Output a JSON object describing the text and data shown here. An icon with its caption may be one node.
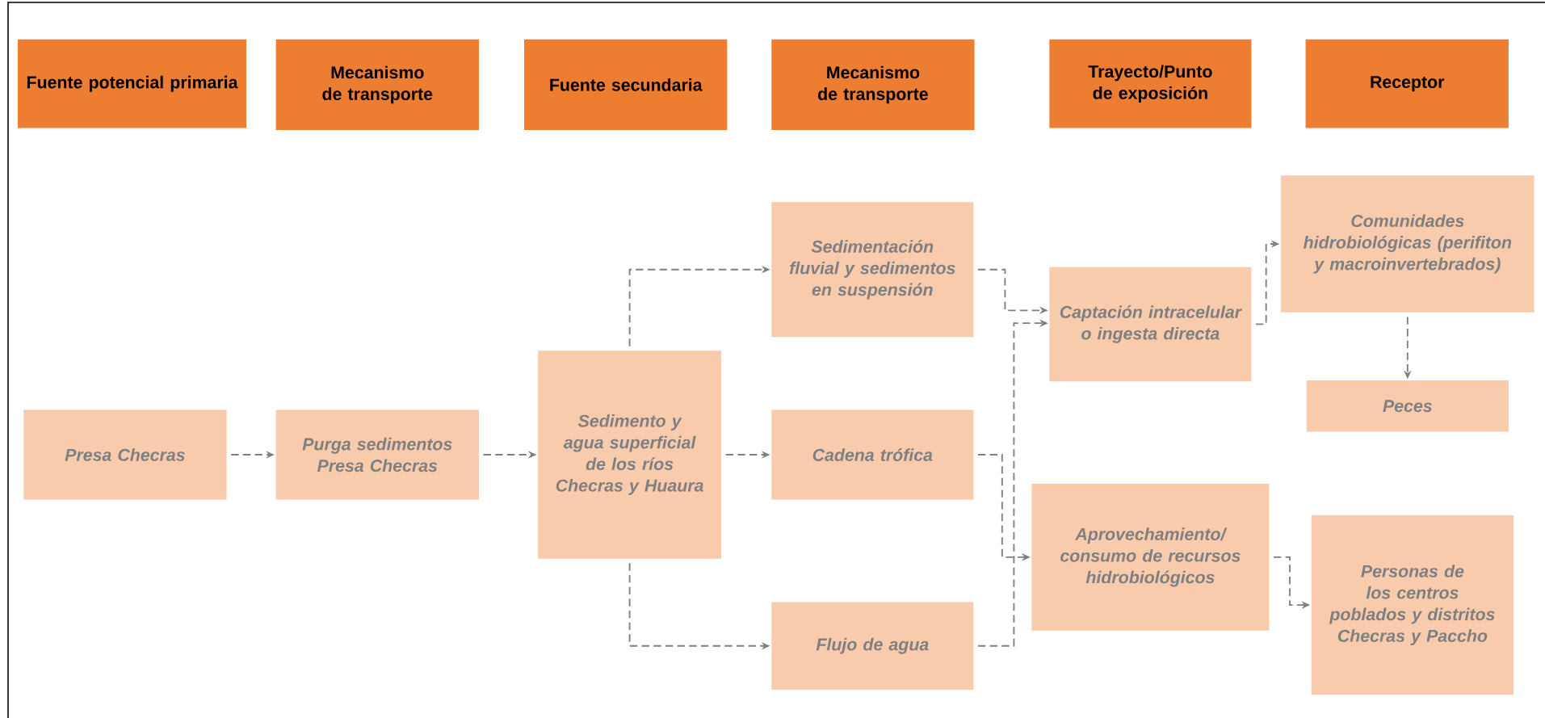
{
  "diagram": {
    "nodes": [
      {
        "text": [
          "Fuente potencial primaria"
        ]
      },
      {
        "text": [
          "Mecanismo de transporte"
        ]
      },
      {
        "text": [
          "Fuente secundaria"
        ]
      },
      {
        "text": [
          "Mecanismo de transporte"
        ]
      },
      {
        "text": [
          "Trayecto/Punto de exposición"
        ]
      },
      {
        "text": [
          "Receptor"
        ]
      },
      {
        "text": [
          "Presa Checras"
        ]
      },
      {
        "text": [
          "Purga sedimentos Presa Checras"
        ]
      },
      {
        "text": [
          "Sedimento y agua superficial de los ríos Checras y Huaura"
        ]
      },
      {
        "text": [
          "Sedimentación fluvial y sedimentos en suspensión"
        ]
      },
      {
        "text": [
          "Cadena trófica"
        ]
      },
      {
        "text": [
          "Flujo de agua"
        ]
      },
      {
        "text": [
          "Captación intracelular o ingesta directa"
        ]
      },
      {
        "text": [
          "Comunidades hidrobiológicas (perifiton y macroinvertebrados)"
        ]
      },
      {
        "text": [
          "Peces"
        ]
      },
      {
        "text": [
          "Aprovechamiento/ consumo de recursos hidrobiológicos"
        ]
      },
      {
        "text": [
          "Personas de los centros poblados y distritos Checras y Paccho"
        ]
      }
    ],
    "edges": [
      {
        "from": 6,
        "to": 7,
        "arrow": "to",
        "style": "dashed"
      },
      {
        "from": 7,
        "to": 8,
        "arrow": "to",
        "style": "dashed"
      },
      {
        "from": 8,
        "to": 9,
        "arrow": "to",
        "style": "dashed"
      },
      {
        "from": 8,
        "to": 10,
        "arrow": "to",
        "style": "dashed"
      },
      {
        "from": 8,
        "to": 11,
        "arrow": "to",
        "style": "dashed"
      },
      {
        "from": 9,
        "to": 12,
        "arrow": "to",
        "style": "dashed"
      },
      {
        "from": 11,
        "to": 12,
        "arrow": "to",
        "style": "dashed"
      },
      {
        "from": 10,
        "to": 15,
        "arrow": "to",
        "style": "dashed"
      },
      {
        "from": 12,
        "to": 13,
        "arrow": "to",
        "style": "dashed"
      },
      {
        "from": 13,
        "to": 14,
        "arrow": "to",
        "style": "dashed"
      },
      {
        "from": 15,
        "to": 16,
        "arrow": "to",
        "style": "dashed"
      }
    ]
  }
}
